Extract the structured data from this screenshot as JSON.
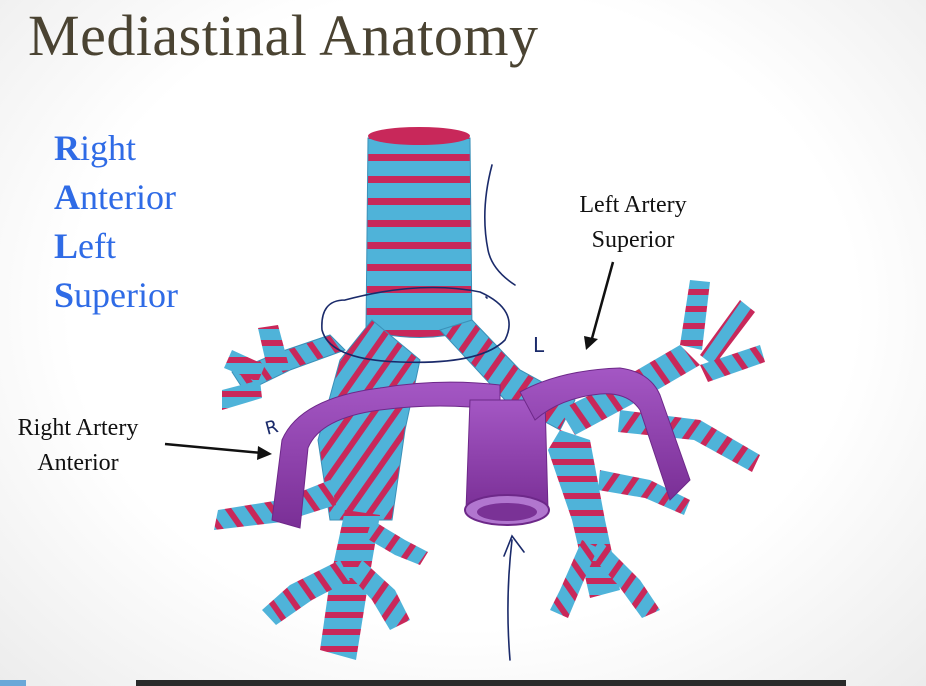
{
  "title": "Mediastinal Anatomy",
  "mnemonic": [
    {
      "initial": "R",
      "rest": "ight"
    },
    {
      "initial": "A",
      "rest": "nterior"
    },
    {
      "initial": "L",
      "rest": "eft"
    },
    {
      "initial": "S",
      "rest": "uperior"
    }
  ],
  "labels": {
    "left_artery_line1": "Left Artery",
    "left_artery_line2": "Superior",
    "right_artery_line1": "Right Artery",
    "right_artery_line2": "Anterior"
  },
  "annotations": {
    "handwritten_r": "R",
    "handwritten_l": "L"
  },
  "colors": {
    "airway_blue": "#4fb3d9",
    "cartilage_red": "#c8285a",
    "artery_purple": "#8a3fa8",
    "mnemonic_blue": "#2f6be6",
    "pen_ink": "#1a2a6a"
  }
}
